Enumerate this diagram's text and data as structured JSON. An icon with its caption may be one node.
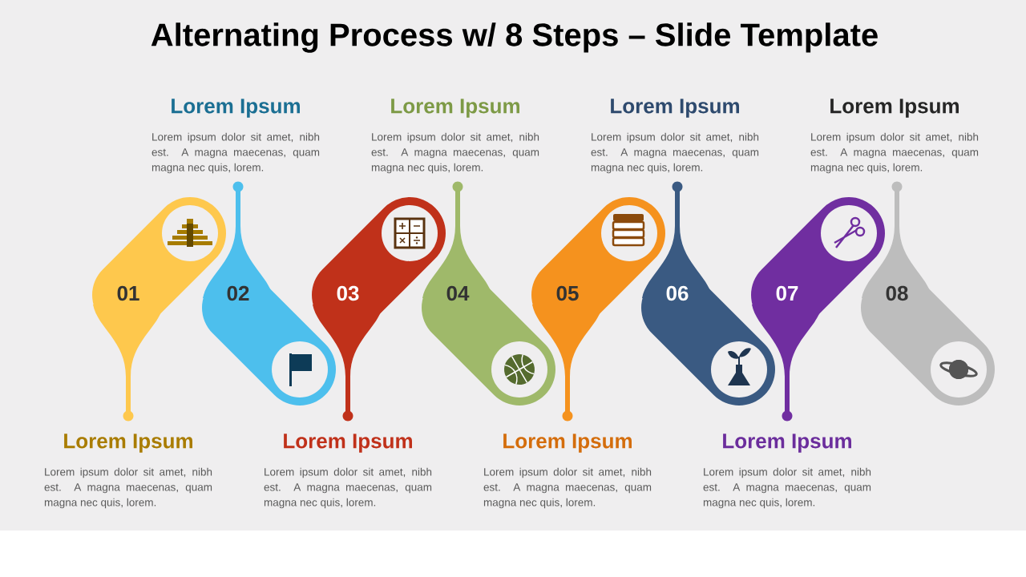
{
  "diagram": {
    "title": "Alternating Process w/ 8 Steps – Slide Template",
    "nodes": [
      {
        "text": [
          "01"
        ],
        "beside": [
          "Lorem Ipsum",
          "Lorem ipsum dolor sit amet, nibh est. A magna maecenas, quam magna nec quis, lorem."
        ]
      },
      {
        "text": [
          "02"
        ],
        "beside": [
          "Lorem Ipsum",
          "Lorem ipsum dolor sit amet, nibh est. A magna maecenas, quam magna nec quis, lorem."
        ]
      },
      {
        "text": [
          "03"
        ],
        "beside": [
          "Lorem Ipsum",
          "Lorem ipsum dolor sit amet, nibh est. A magna maecenas, quam magna nec quis, lorem."
        ]
      },
      {
        "text": [
          "04"
        ],
        "beside": [
          "Lorem Ipsum",
          "Lorem ipsum dolor sit amet, nibh est. A magna maecenas, quam magna nec quis, lorem."
        ]
      },
      {
        "text": [
          "05"
        ],
        "beside": [
          "Lorem Ipsum",
          "Lorem ipsum dolor sit amet, nibh est. A magna maecenas, quam magna nec quis, lorem."
        ]
      },
      {
        "text": [
          "06"
        ],
        "beside": [
          "Lorem Ipsum",
          "Lorem ipsum dolor sit amet, nibh est. A magna maecenas, quam magna nec quis, lorem."
        ]
      },
      {
        "text": [
          "07"
        ],
        "beside": [
          "Lorem Ipsum",
          "Lorem ipsum dolor sit amet, nibh est. A magna maecenas, quam magna nec quis, lorem."
        ]
      },
      {
        "text": [
          "08"
        ],
        "beside": [
          "Lorem Ipsum",
          "Lorem ipsum dolor sit amet, nibh est. A magna maecenas, quam magna nec quis, lorem."
        ]
      }
    ]
  }
}
